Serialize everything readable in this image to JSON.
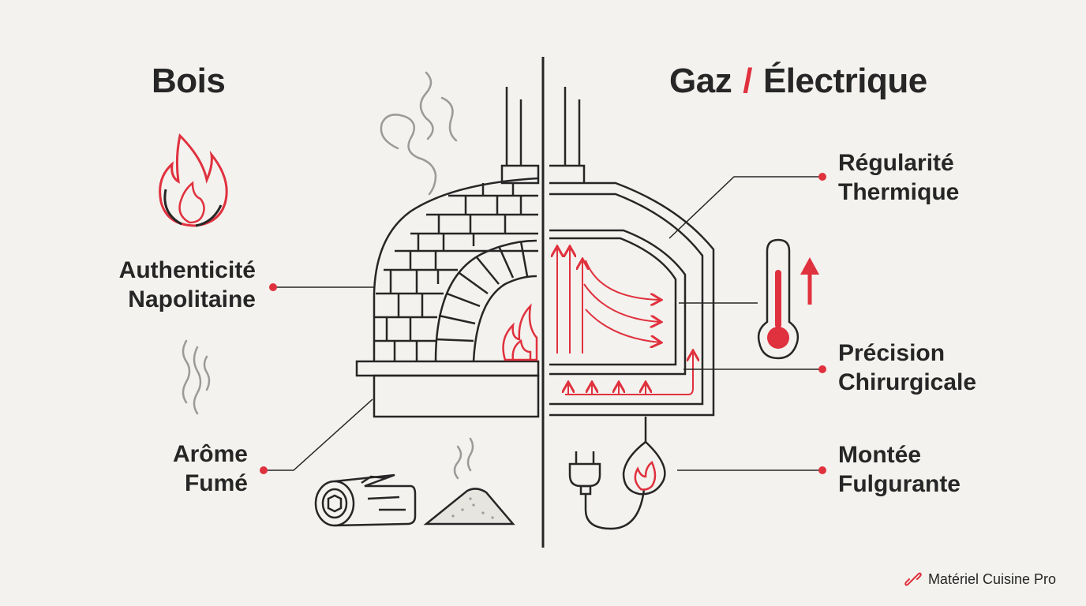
{
  "titles": {
    "left": "Bois",
    "right_a": "Gaz",
    "right_sep": "/",
    "right_b": "Électrique"
  },
  "labels": {
    "authenticite": [
      "Authenticité",
      "Napolitaine"
    ],
    "arome": [
      "Arôme",
      "Fumé"
    ],
    "regularite": [
      "Régularité",
      "Thermique"
    ],
    "precision": [
      "Précision",
      "Chirurgicale"
    ],
    "montee": [
      "Montée",
      "Fulgurante"
    ]
  },
  "brand": "Matériel Cuisine Pro",
  "colors": {
    "ink": "#262626",
    "accent": "#e0313e",
    "smoke": "#9a9a9a",
    "background": "#f3f2ee"
  },
  "icons": [
    "flame-icon",
    "smoke-icon",
    "log-icon",
    "ash-pile-icon",
    "plug-icon",
    "gas-flame-icon",
    "thermometer-icon",
    "arrow-up-icon",
    "link-icon"
  ]
}
